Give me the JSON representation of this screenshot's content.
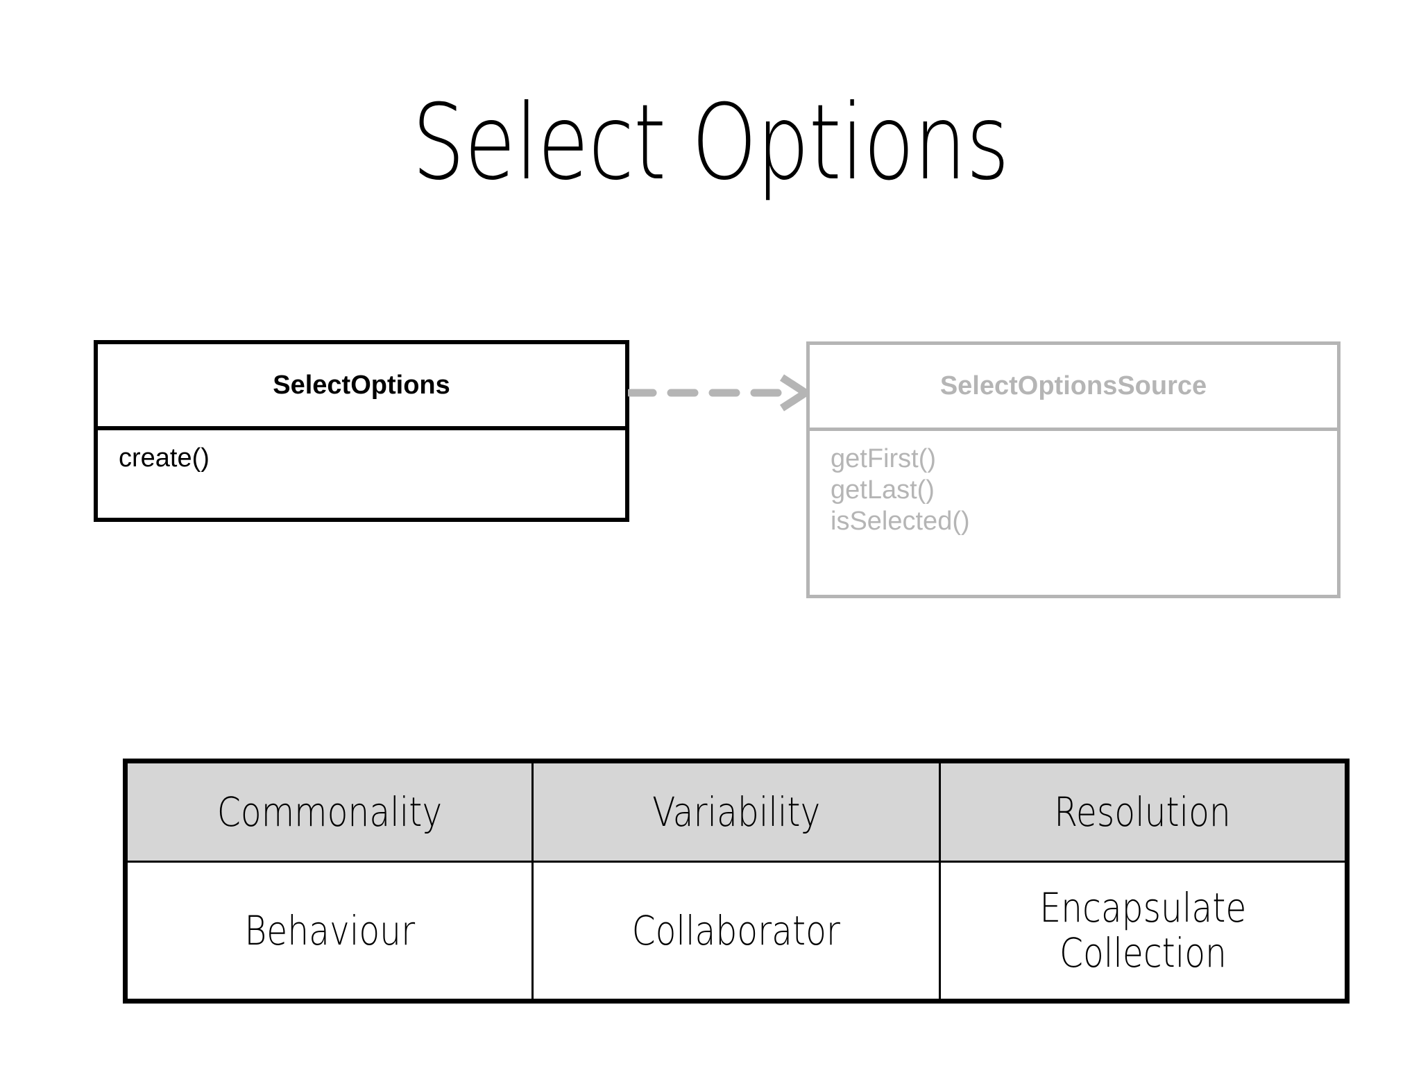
{
  "slide": {
    "title": "Select Options",
    "background_color": "#ffffff"
  },
  "diagram": {
    "type": "uml-class-diagram",
    "classes": [
      {
        "id": "select-options",
        "name": "SelectOptions",
        "style": "solid-black",
        "color": "#000000",
        "members": [
          "create()"
        ]
      },
      {
        "id": "select-options-source",
        "name": "SelectOptionsSource",
        "style": "faded-grey",
        "color": "#b5b5b5",
        "members": [
          "getFirst()",
          "getLast()",
          "isSelected()"
        ]
      }
    ],
    "relationship": {
      "kind": "dependency",
      "line": "dashed",
      "arrowhead": "open",
      "direction": "left-to-right",
      "from": "SelectOptions",
      "to": "SelectOptionsSource",
      "color": "#b5b5b5"
    }
  },
  "cvr_table": {
    "headers": [
      "Commonality",
      "Variability",
      "Resolution"
    ],
    "header_background": "#d6d6d6",
    "rows": [
      {
        "commonality": "Behaviour",
        "variability": "Collaborator",
        "resolution_line1": "Encapsulate",
        "resolution_line2": "Collection"
      }
    ]
  }
}
